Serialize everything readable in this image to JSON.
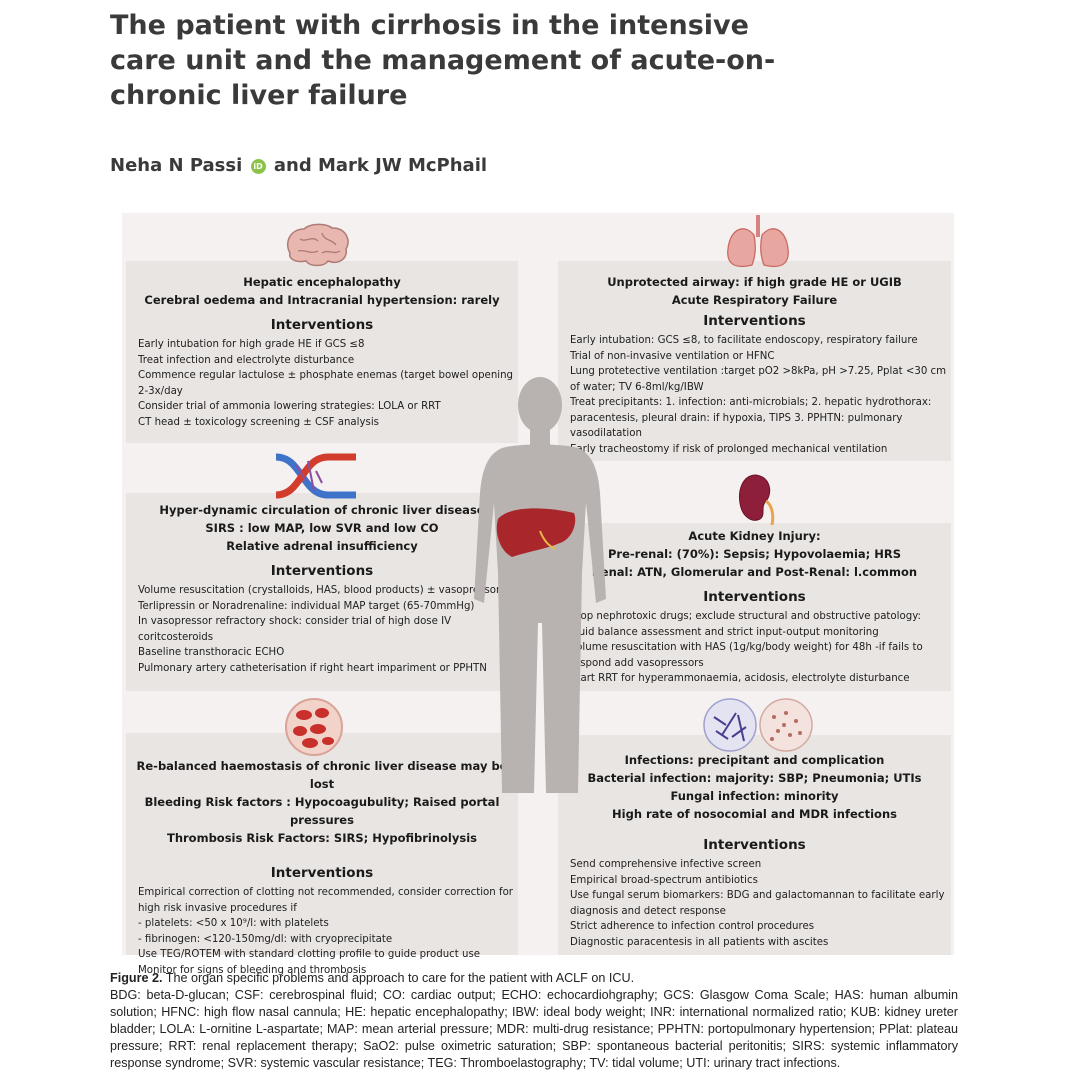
{
  "title": "The patient with cirrhosis in the intensive care unit and the management of acute-on-chronic liver failure",
  "authors": {
    "first": "Neha N Passi",
    "orcid": "iD",
    "rest": "and Mark JW McPhail"
  },
  "interventions_label": "Interventions",
  "hepatic": {
    "heads": [
      "Hepatic encephalopathy",
      "Cerebral oedema and Intracranial hypertension: rarely"
    ],
    "items": [
      "Early intubation for high grade HE if GCS ≤8",
      "Treat infection and electrolyte disturbance",
      "Commence regular lactulose ± phosphate enemas (target bowel opening 2-3x/day",
      "Consider trial of ammonia lowering strategies: LOLA or RRT",
      "CT head ± toxicology screening ± CSF analysis"
    ]
  },
  "circulation": {
    "heads": [
      "Hyper-dynamic circulation of chronic liver disease",
      "SIRS : low MAP, low SVR and low CO",
      "Relative adrenal insufficiency"
    ],
    "items": [
      "Volume resuscitation (crystalloids, HAS, blood products) ± vasopressors:",
      "Terlipressin or Noradrenaline: individual MAP target (65-70mmHg)",
      "In vasopressor refractory shock: consider trial of high dose IV coritcosteroids",
      "Baseline transthoracic ECHO",
      "Pulmonary artery catheterisation if right heart impariment or PPHTN"
    ]
  },
  "haemostasis": {
    "heads": [
      "Re-balanced haemostasis of chronic liver disease may be lost",
      "Bleeding Risk factors : Hypocoagubulity; Raised portal pressures",
      "Thrombosis Risk Factors: SIRS; Hypofibrinolysis"
    ],
    "items": [
      "Empirical correction of clotting not recommended, consider correction for high risk invasive procedures if",
      "- platelets: <50 x 10⁹/l: with platelets",
      "- fibrinogen: <120-150mg/dl: with cryoprecipitate",
      "Use TEG/ROTEM with standard clotting profile to guide product use",
      "Monitor for signs of bleeding and thrombosis"
    ]
  },
  "airway": {
    "heads": [
      "Unprotected airway: if high grade  HE or UGIB",
      "Acute Respiratory Failure"
    ],
    "items": [
      "Early intubation: GCS ≤8, to facilitate endoscopy, respiratory failure",
      "Trial of non-invasive ventilation or HFNC",
      "Lung protetective ventilation :target pO2 >8kPa, pH >7.25, Pplat <30 cm of water; TV 6-8ml/kg/IBW",
      "Treat precipitants: 1. infection: anti-microbials; 2. hepatic hydrothorax: paracentesis, pleural drain: if hypoxia, TIPS 3. PPHTN: pulmonary vasodilatation",
      "Early tracheostomy if risk of prolonged mechanical ventilation"
    ]
  },
  "kidney": {
    "heads": [
      "Acute Kidney Injury:",
      "Pre-renal: (70%): Sepsis; Hypovolaemia; HRS",
      "Renal: ATN, Glomerular and Post-Renal: l.common"
    ],
    "items": [
      "Stop nephrotoxic drugs; exclude structural and obstructive patology:",
      "Fluid balance assessment and strict input-output monitoring",
      "Volume resuscitation with HAS (1g/kg/body weight) for 48h -if fails to respond add vasopressors",
      "Start RRT for hyperammonaemia, acidosis, electrolyte disturbance"
    ]
  },
  "infections": {
    "heads": [
      "Infections: precipitant and complication",
      "Bacterial infection: majority: SBP; Pneumonia; UTIs",
      "Fungal infection: minority",
      "High rate of nosocomial and MDR infections"
    ],
    "items": [
      "Send comprehensive infective screen",
      "Empirical broad-spectrum antibiotics",
      "Use fungal serum biomarkers: BDG and galactomannan to facilitate early diagnosis and detect response",
      "Strict adherence to infection control procedures",
      "Diagnostic paracentesis in all patients with ascites"
    ]
  },
  "caption": {
    "label": "Figure 2.",
    "text": " The organ specific problems and approach to care for the patient with ACLF on ICU.",
    "abbrev": "BDG: beta-D-glucan; CSF: cerebrospinal fluid; CO: cardiac output; ECHO: echocardiohgraphy; GCS: Glasgow Coma Scale; HAS: human albumin solution; HFNC: high flow nasal cannula; HE: hepatic encephalopathy; IBW: ideal body weight; INR: international normalized ratio; KUB: kidney ureter bladder; LOLA: L-ornitine L-aspartate; MAP: mean arterial pressure; MDR: multi-drug resistance; PPHTN: portopulmonary hypertension; PPlat: plateau pressure; RRT: renal replacement therapy; SaO2: pulse oximetric saturation; SBP: spontaneous bacterial peritonitis; SIRS: systemic inflammatory response syndrome; SVR: systemic vascular resistance; TEG: Thromboelastography; TV: tidal volume; UTI: urinary tract infections."
  },
  "colors": {
    "accent_red": "#c62828",
    "body_gray": "#b8b3b1",
    "box_bg": "#e9e5e3"
  },
  "icons": [
    "brain-icon",
    "lungs-icon",
    "vessels-icon",
    "kidney-icon",
    "blood-cells-icon",
    "bacteria-icon",
    "liver-icon",
    "human-silhouette"
  ]
}
